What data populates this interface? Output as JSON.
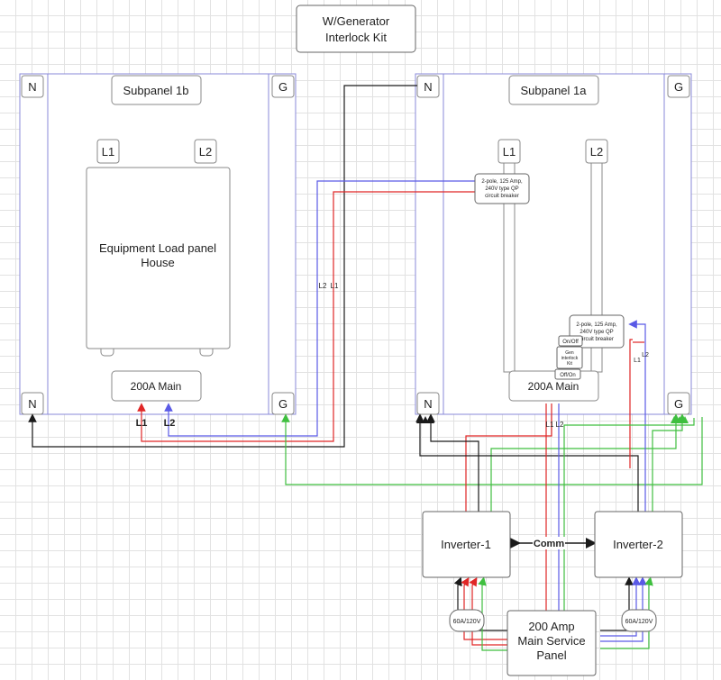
{
  "title_box": {
    "line1": "W/Generator",
    "line2": "Interlock Kit"
  },
  "subpanel_1b": {
    "title": "Subpanel 1b",
    "neutral": "N",
    "ground": "G",
    "l1": "L1",
    "l2": "L2",
    "load_panel_line1": "Equipment Load panel",
    "load_panel_line2": "House",
    "main": "200A Main",
    "feed_l1": "L1",
    "feed_l2": "L2"
  },
  "subpanel_1a": {
    "title": "Subpanel 1a",
    "neutral": "N",
    "ground": "G",
    "l1": "L1",
    "l2": "L2",
    "main": "200A Main",
    "breaker_top": {
      "line1": "2-pole, 125 Amp,",
      "line2": "240V type QP",
      "line3": "circuit breaker"
    },
    "breaker_right": {
      "line1": "2-pole, 125 Amp,",
      "line2": "240V type QP",
      "line3": "circuit breaker"
    },
    "interlock_onoff_top": "On/Off",
    "interlock_kit": {
      "line1": "Gen",
      "line2": "interlock",
      "line3": "Kit"
    },
    "interlock_onoff_bottom": "Off/On",
    "feed_l1": "L1",
    "feed_l2": "L2",
    "breaker_feed_l1": "L1",
    "breaker_feed_l2": "L2"
  },
  "wire_labels": {
    "l2": "L2",
    "l1": "L1"
  },
  "inverter_1": {
    "label": "Inverter-1",
    "breaker": "60A/120V"
  },
  "inverter_2": {
    "label": "Inverter-2",
    "breaker": "60A/120V"
  },
  "comm": "Comm",
  "main_service": {
    "line1": "200 Amp",
    "line2": "Main Service",
    "line3": "Panel"
  },
  "colors": {
    "l1": "#e02626",
    "l2": "#5a5ae6",
    "neutral": "#1a1a1a",
    "ground": "#3fbf3f",
    "panel_border": "#8a8ad8",
    "box_border": "#666666"
  }
}
